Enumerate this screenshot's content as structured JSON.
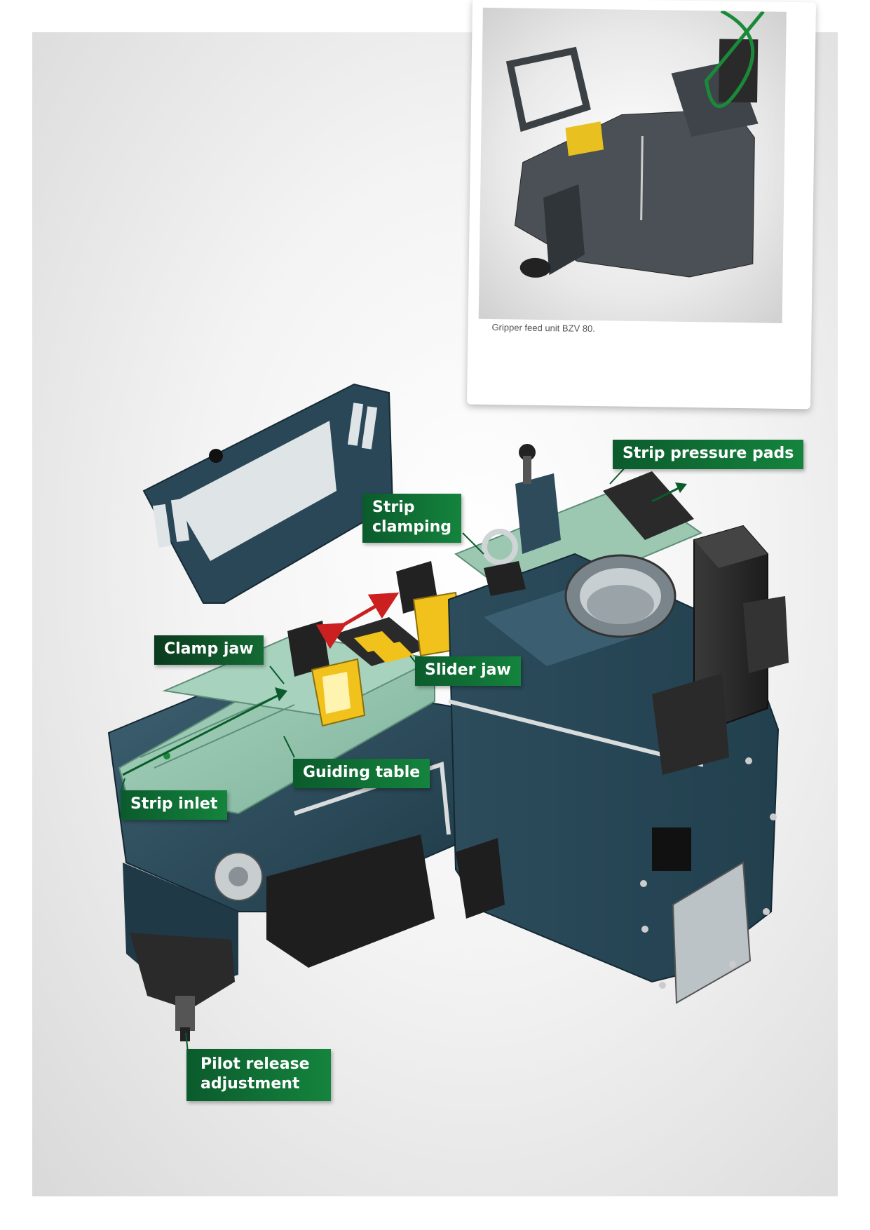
{
  "photo": {
    "caption": "Gripper feed unit BZV 80."
  },
  "labels": {
    "strip_pressure_pads": "Strip pressure pads",
    "strip_clamping_line1": "Strip",
    "strip_clamping_line2": "clamping",
    "clamp_jaw": "Clamp jaw",
    "slider_jaw": "Slider jaw",
    "guiding_table": "Guiding table",
    "strip_inlet": "Strip inlet",
    "pilot_release_line1": "Pilot release",
    "pilot_release_line2": "adjustment"
  },
  "colors": {
    "callout_green": "#14843d",
    "machine_blue": "#2d4b5b",
    "table_green": "#8fbfa8",
    "jaw_yellow": "#f0c21b",
    "arrow_red": "#cc2020"
  }
}
